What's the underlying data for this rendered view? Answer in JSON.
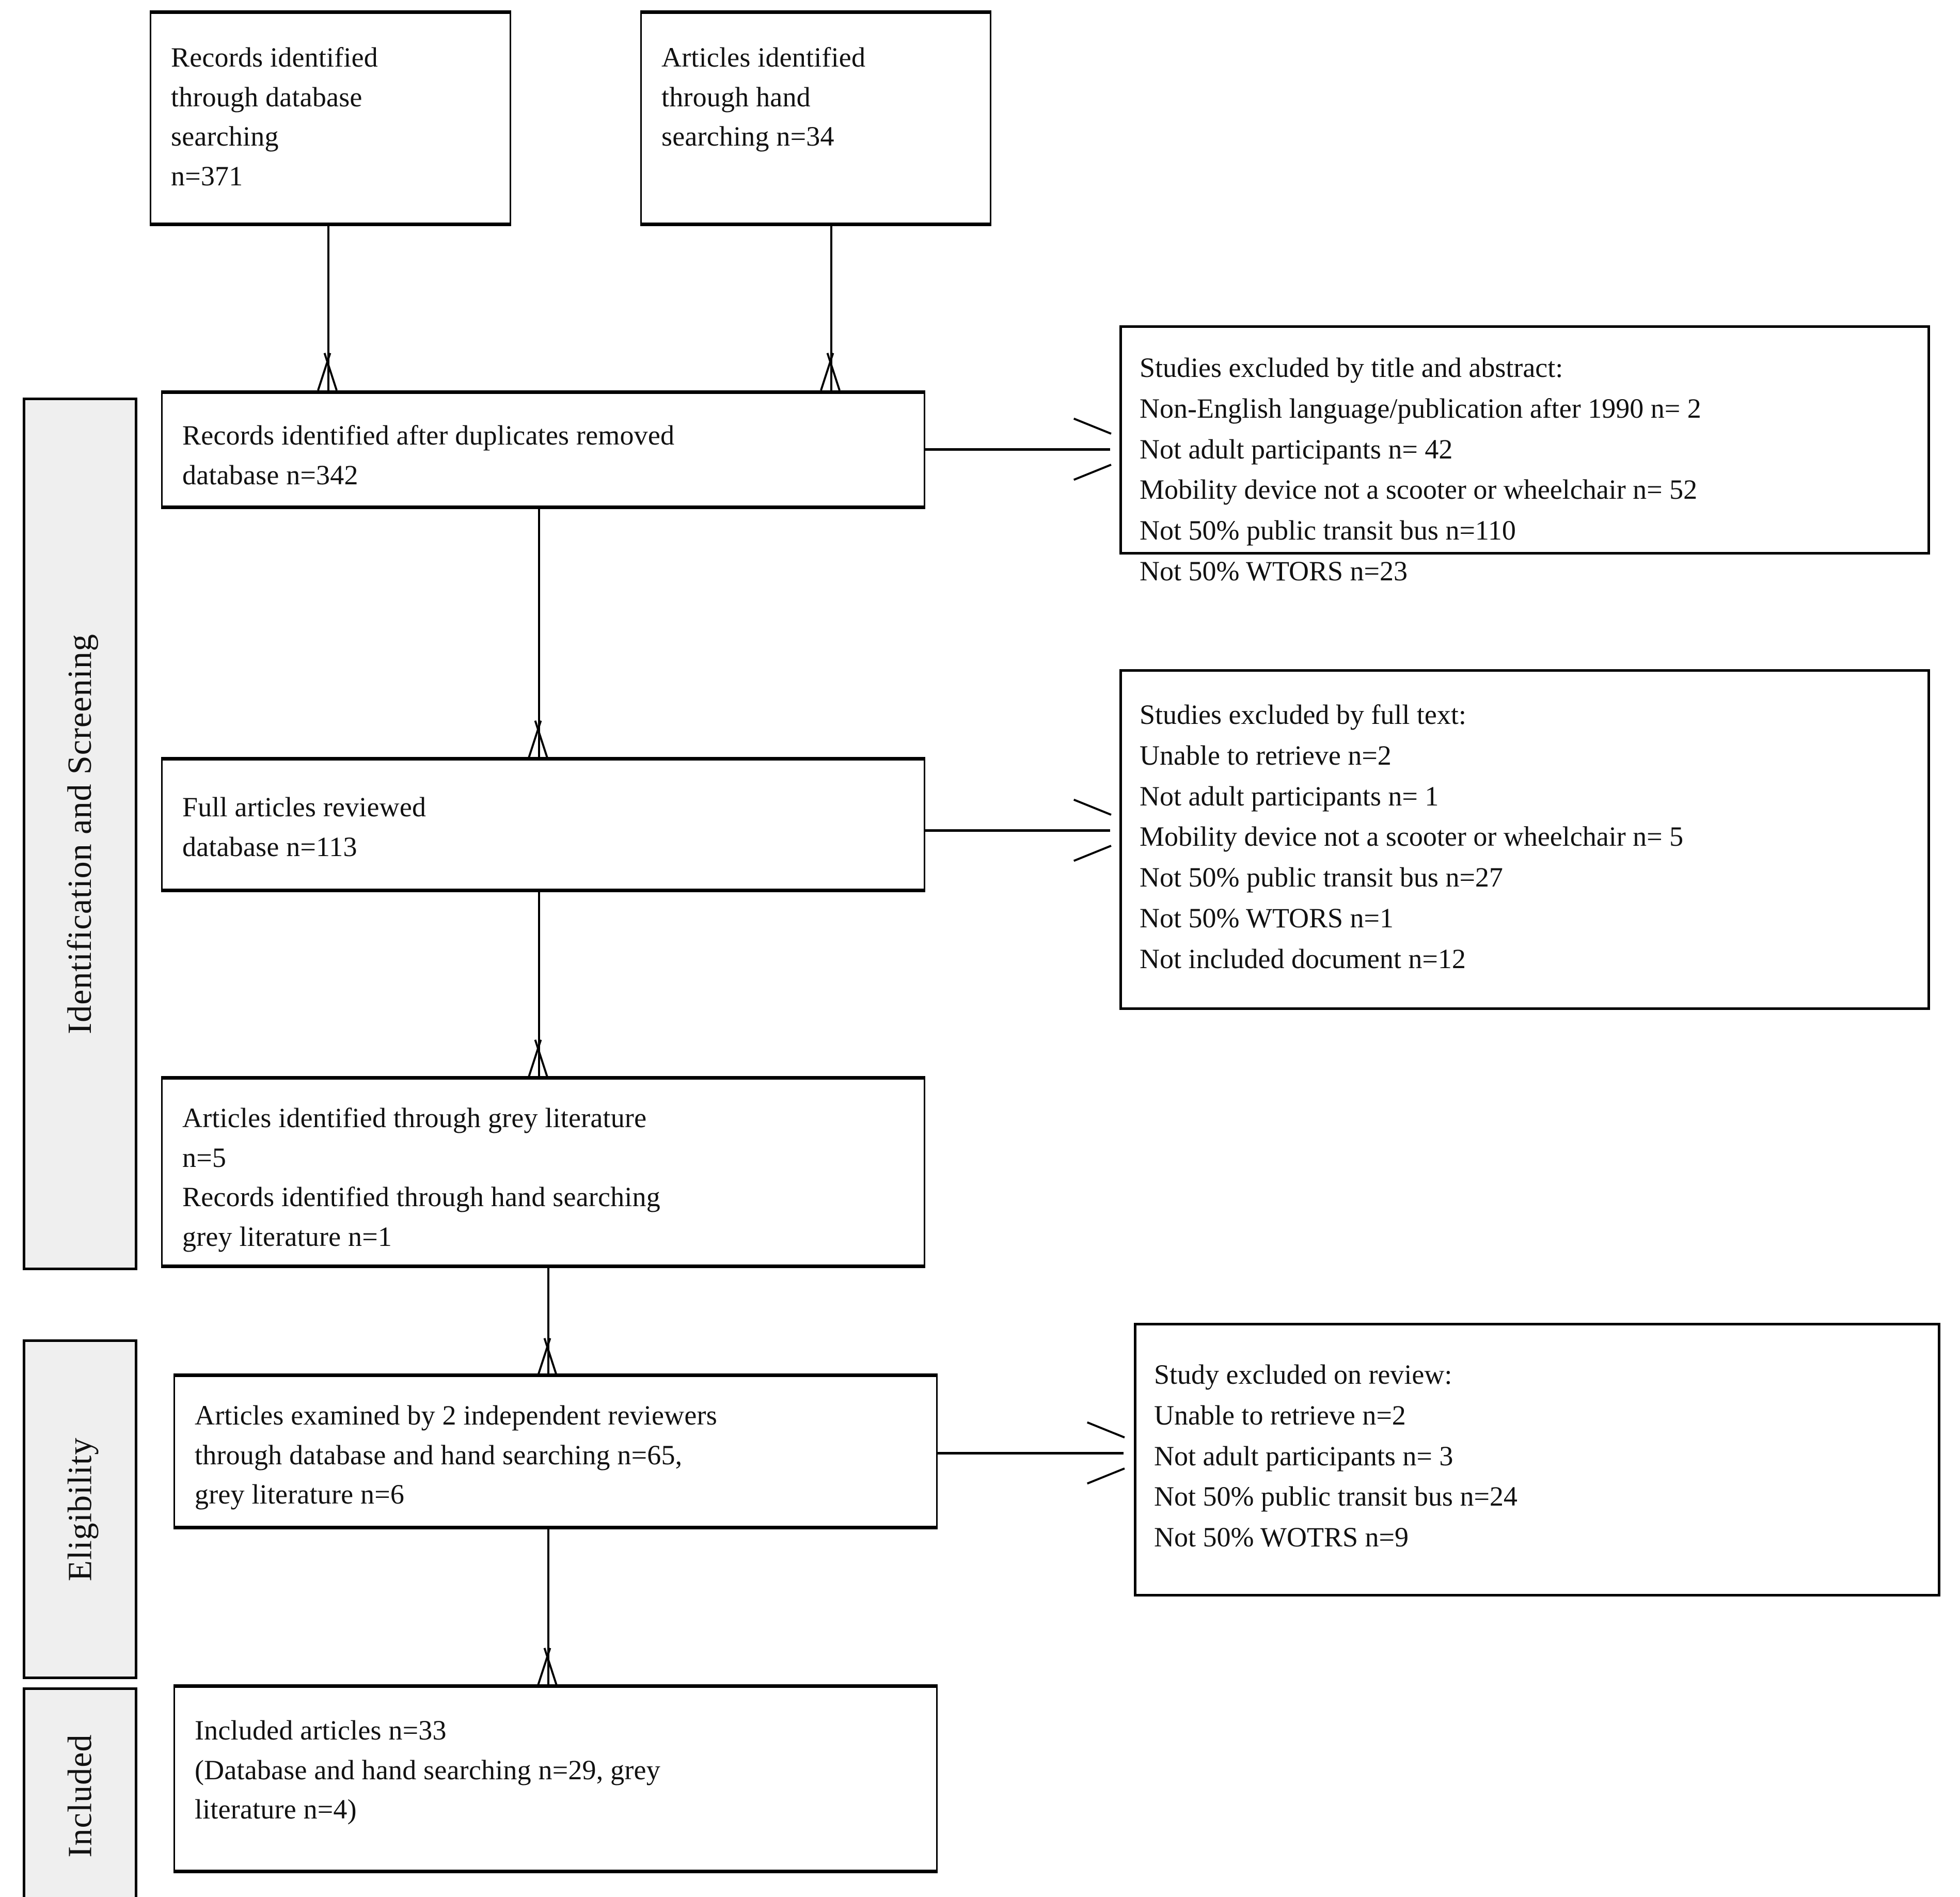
{
  "diagram": {
    "type": "prisma-flow-diagram",
    "phases": [
      {
        "id": "identification-screening",
        "label": "Identification and Screening"
      },
      {
        "id": "eligibility",
        "label": "Eligibility"
      },
      {
        "id": "included",
        "label": "Included"
      }
    ],
    "flow_boxes": [
      {
        "id": "records-database-searching",
        "text": "Records identified\nthrough database\nsearching\nn=371"
      },
      {
        "id": "articles-hand-searching",
        "text": "Articles identified\nthrough hand\nsearching n=34"
      },
      {
        "id": "records-after-duplicates",
        "text": "Records identified after duplicates removed\ndatabase n=342"
      },
      {
        "id": "full-articles-reviewed",
        "text": "Full articles reviewed\ndatabase n=113"
      },
      {
        "id": "grey-literature",
        "text": "Articles identified through grey literature\nn=5\nRecords identified through hand searching\ngrey literature n=1"
      },
      {
        "id": "articles-examined-reviewers",
        "text": "Articles examined by 2 independent reviewers\nthrough database and hand searching n=65,\ngrey literature n=6"
      },
      {
        "id": "included-articles",
        "text": "Included articles n=33\n(Database and hand searching n=29, grey\nliterature n=4)"
      }
    ],
    "exclusion_boxes": [
      {
        "id": "excluded-title-abstract",
        "heading": "Studies excluded by title and abstract:",
        "reasons": [
          "Non-English language/publication after 1990 n= 2",
          "Not adult participants n= 42",
          "Mobility device not a scooter or wheelchair n= 52",
          "Not 50% public transit bus n=110",
          "Not 50% WTORS n=23"
        ],
        "text": "Studies excluded by title and abstract:\nNon-English language/publication  after 1990 n= 2\nNot adult participants n= 42\nMobility device not a scooter or wheelchair n= 52\nNot 50% public transit bus n=110\nNot 50% WTORS n=23"
      },
      {
        "id": "excluded-full-text",
        "heading": "Studies excluded by full text:",
        "reasons": [
          "Unable to retrieve n=2",
          "Not adult participants n= 1",
          "Mobility device not a scooter or wheelchair n= 5",
          "Not 50% public transit bus n=27",
          "Not 50% WTORS n=1",
          "Not included document n=12"
        ],
        "text": "Studies excluded by full text:\nUnable to retrieve n=2\nNot adult participants n= 1\nMobility device not a scooter or wheelchair n= 5\nNot 50% public transit bus n=27\nNot 50% WTORS n=1\nNot included document n=12"
      },
      {
        "id": "excluded-on-review",
        "heading": "Study excluded on review:",
        "reasons": [
          "Unable to retrieve n=2",
          "Not adult participants n= 3",
          "Not 50% public transit bus n=24",
          "Not 50% WOTRS n=9"
        ],
        "text": "Study excluded on review:\nUnable to retrieve n=2\nNot adult participants n= 3\nNot 50% public transit bus n=24\nNot 50% WOTRS n=9"
      }
    ],
    "colors": {
      "box_border": "#000000",
      "box_fill": "#ffffff",
      "phase_fill": "#efefef",
      "text": "#111111"
    }
  }
}
